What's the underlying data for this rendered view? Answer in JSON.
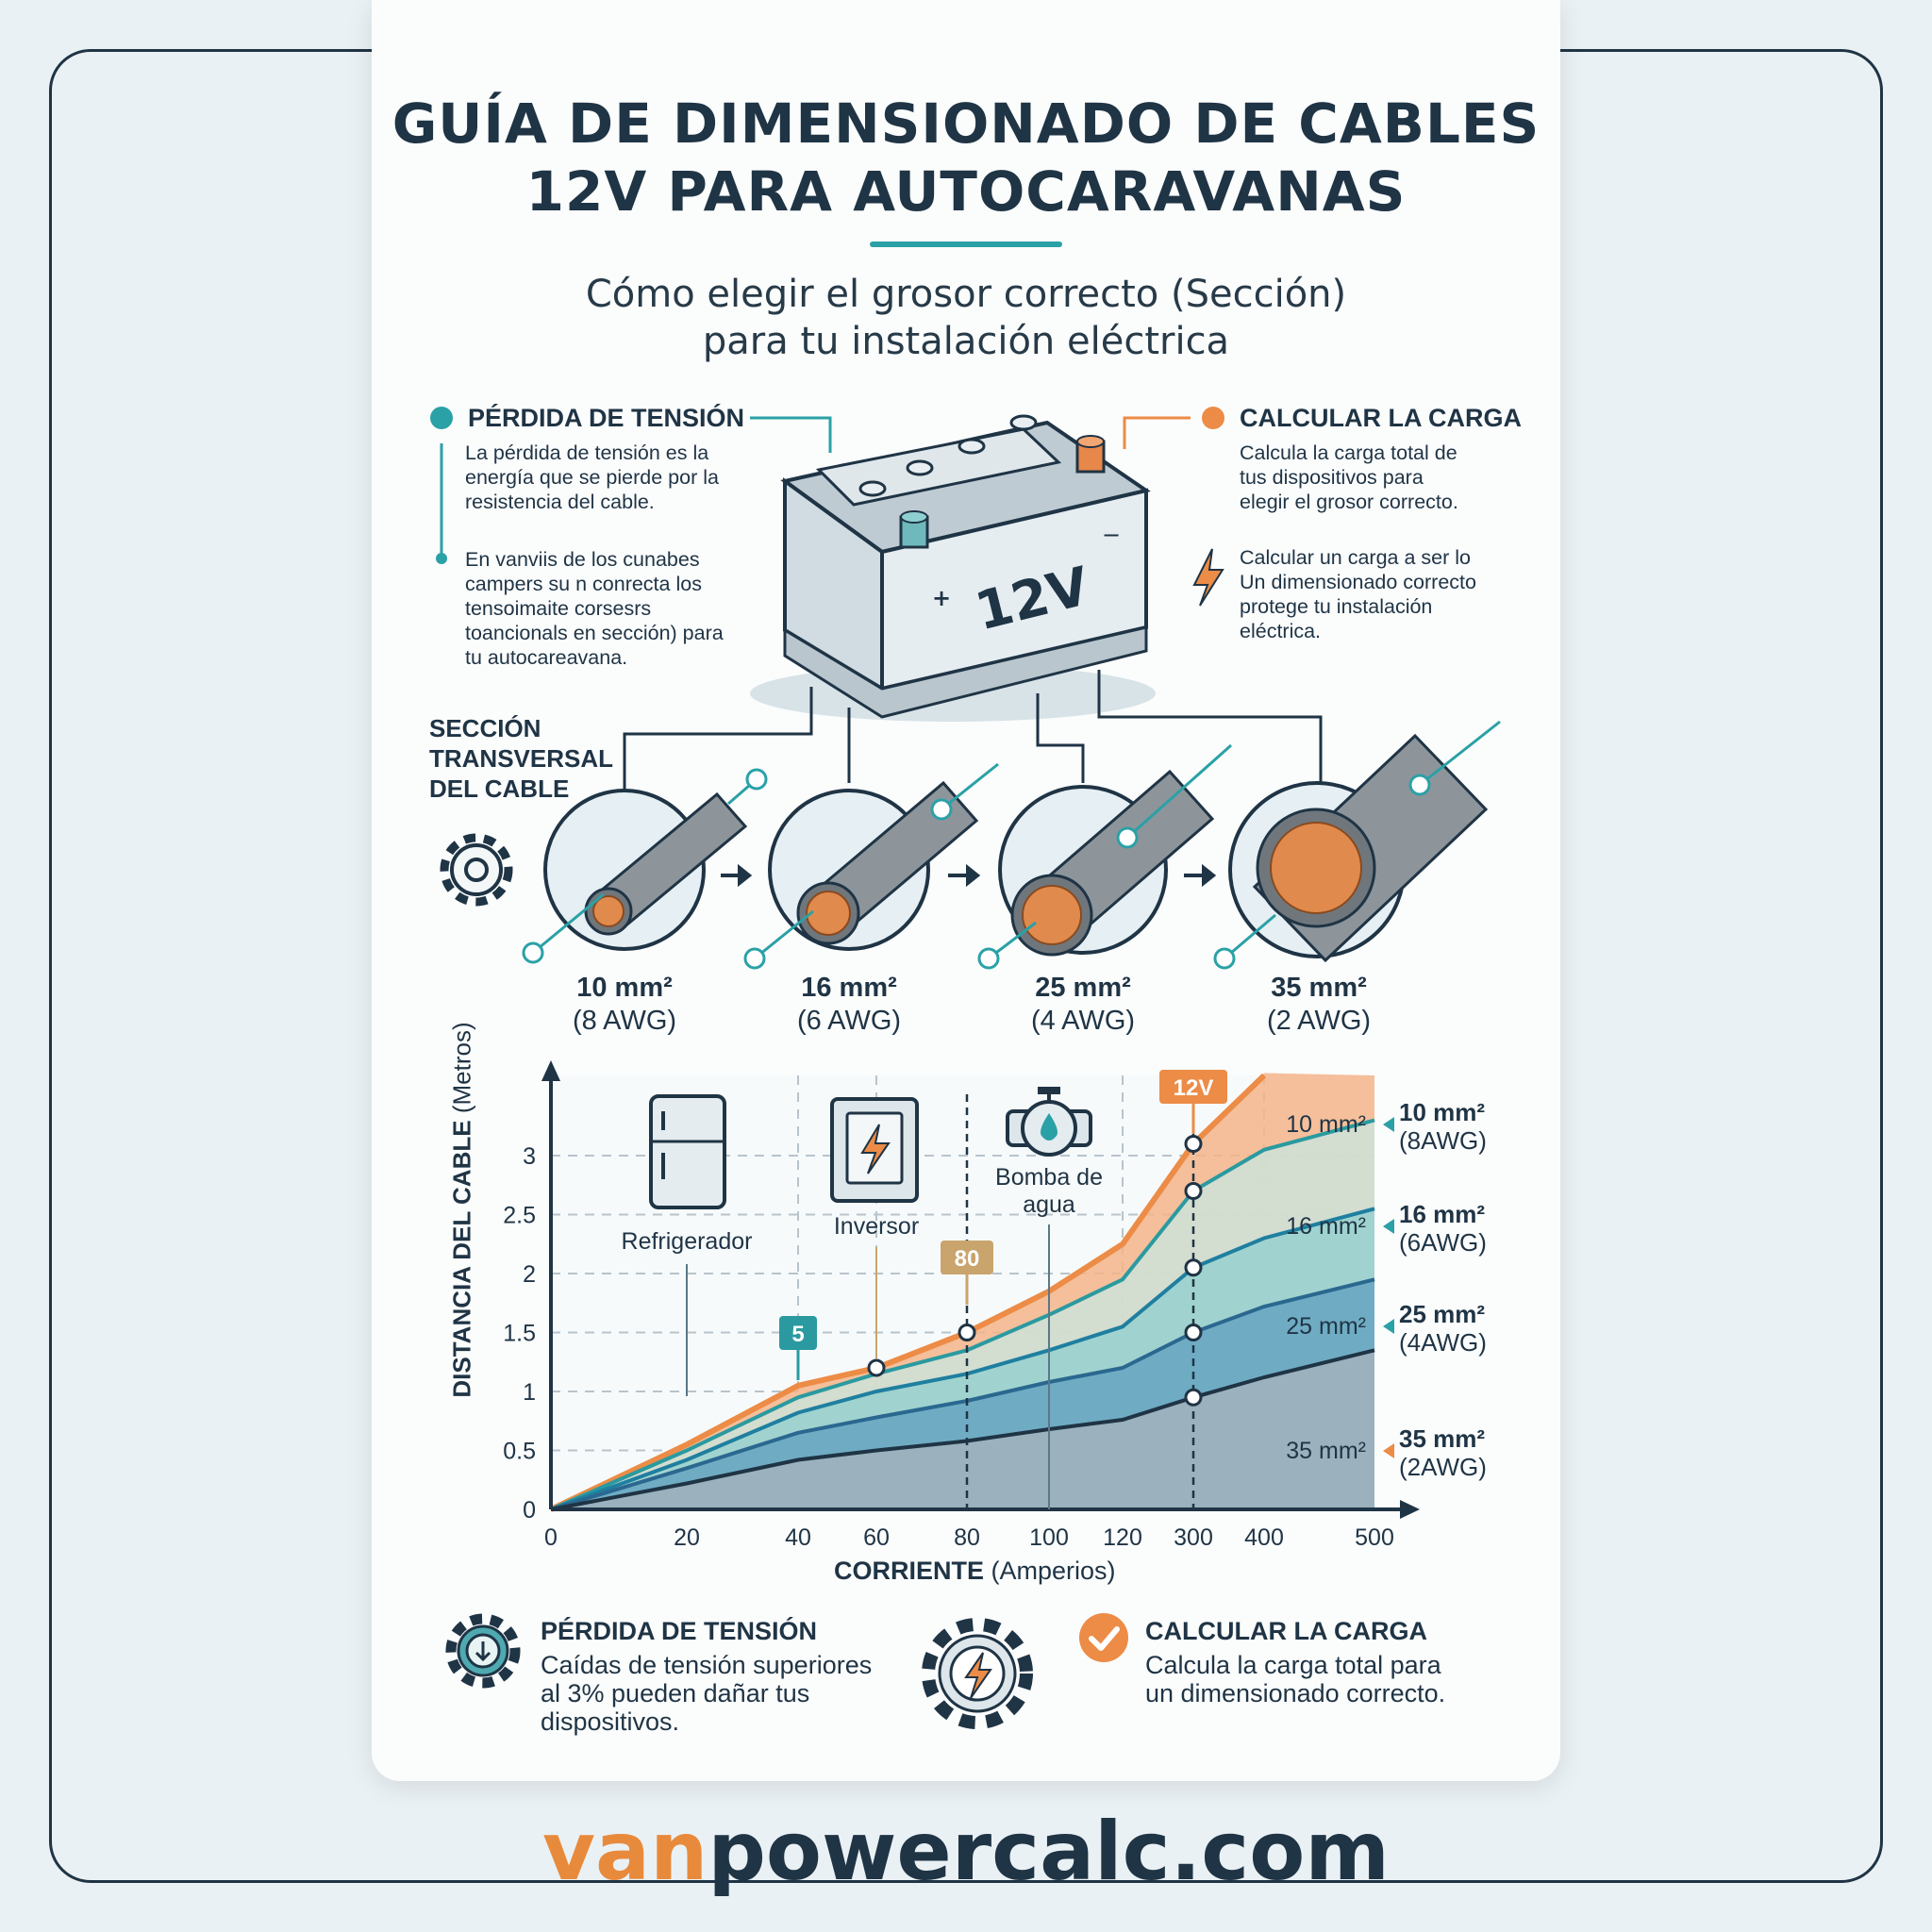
{
  "header": {
    "title_line1": "GUÍA DE DIMENSIONADO DE CABLES",
    "title_line2": "12V PARA AUTOCARAVANAS",
    "subtitle_line1": "Cómo elegir el grosor correcto (Sección)",
    "subtitle_line2": "para tu instalación eléctrica"
  },
  "left_callout": {
    "heading": "PÉRDIDA DE TENSIÓN",
    "text1": [
      "La pérdida de tensión es la",
      "energía que se pierde por la",
      "resistencia del cable."
    ],
    "text2": [
      "En vanviis de los cunabes",
      "campers su n conrecta los",
      "tensoimaite corsesrs",
      "toancionals en sección) para",
      "tu autocareavana."
    ]
  },
  "right_callout": {
    "heading": "CALCULAR LA CARGA",
    "text1": [
      "Calcula la carga total de",
      "tus dispositivos para",
      "elegir el grosor correcto."
    ],
    "text2": [
      "Calcular un carga a ser lo",
      "Un dimensionado correcto",
      "protege tu instalación",
      "eléctrica."
    ]
  },
  "battery": {
    "label": "12V",
    "plus": "+",
    "minus": "−"
  },
  "cross_section": {
    "label": [
      "SECCIÓN",
      "TRANSVERSAL",
      "DEL CABLE"
    ],
    "cables": [
      {
        "size": "10 mm²",
        "awg": "(8 AWG)"
      },
      {
        "size": "16 mm²",
        "awg": "(6 AWG)"
      },
      {
        "size": "25 mm²",
        "awg": "(4 AWG)"
      },
      {
        "size": "35 mm²",
        "awg": "(2 AWG)"
      }
    ]
  },
  "chart_data": {
    "type": "area",
    "ylabel": "DISTANCIA DEL CABLE",
    "ylabel_unit": "(Metros)",
    "xlabel": "CORRIENTE",
    "xlabel_unit": "(Amperios)",
    "x_ticks": [
      "0",
      "20",
      "40",
      "60",
      "80",
      "100",
      "120",
      "300",
      "400",
      "500"
    ],
    "y_ticks": [
      "0",
      "0.5",
      "1",
      "1.5",
      "2",
      "2.5",
      "3"
    ],
    "ylim": [
      0,
      3.7
    ],
    "series": [
      {
        "name": "12V",
        "color": "#ec8c46",
        "x": [
          0,
          20,
          40,
          60,
          80,
          100,
          120,
          300,
          400
        ],
        "y": [
          0,
          0.55,
          1.05,
          1.2,
          1.5,
          1.85,
          2.25,
          3.1,
          3.7
        ]
      },
      {
        "name": "10 mm²",
        "label": "10 mm²",
        "legend": [
          "10 mm²",
          "(8AWG)"
        ],
        "color": "#2a9aa0",
        "x": [
          0,
          20,
          40,
          60,
          80,
          100,
          120,
          300,
          400,
          500
        ],
        "y": [
          0,
          0.5,
          0.95,
          1.15,
          1.35,
          1.65,
          1.95,
          2.7,
          3.05,
          3.3
        ]
      },
      {
        "name": "16 mm²",
        "label": "16 mm²",
        "legend": [
          "16 mm²",
          "(6AWG)"
        ],
        "color": "#1f7fa0",
        "x": [
          0,
          20,
          40,
          60,
          80,
          100,
          120,
          300,
          400,
          500
        ],
        "y": [
          0,
          0.42,
          0.82,
          1.0,
          1.15,
          1.35,
          1.55,
          2.05,
          2.3,
          2.55
        ]
      },
      {
        "name": "25 mm²",
        "label": "25 mm²",
        "legend": [
          "25 mm²",
          "(4AWG)"
        ],
        "color": "#2b6890",
        "x": [
          0,
          20,
          40,
          60,
          80,
          100,
          120,
          300,
          400,
          500
        ],
        "y": [
          0,
          0.35,
          0.65,
          0.78,
          0.92,
          1.08,
          1.2,
          1.5,
          1.72,
          1.95
        ]
      },
      {
        "name": "35 mm²",
        "label": "35 mm²",
        "legend": [
          "35 mm²",
          "(2AWG)"
        ],
        "color": "#1f3445",
        "x": [
          0,
          20,
          40,
          60,
          80,
          100,
          120,
          300,
          400,
          500
        ],
        "y": [
          0,
          0.22,
          0.42,
          0.5,
          0.58,
          0.68,
          0.76,
          0.95,
          1.12,
          1.35
        ]
      }
    ],
    "markers": [
      {
        "label": "5",
        "x": 40,
        "color": "#2a9aa0"
      },
      {
        "label": "80",
        "x": 80,
        "color": "#c9a46c"
      },
      {
        "label": "12V",
        "x": 300,
        "color": "#ec8c46"
      }
    ],
    "devices": [
      {
        "name": "Refrigerador",
        "icon": "fridge-icon",
        "x": 60
      },
      {
        "name": "Inversor",
        "icon": "inverter-icon",
        "x": 80
      },
      {
        "name": "Bomba de agua",
        "icon": "water-pump-icon",
        "x": 100
      }
    ]
  },
  "bottom_tips": [
    {
      "title": "PÉRDIDA DE TENSIÓN",
      "lines": [
        "Caídas de tensión superiores",
        "al 3% pueden dañar tus",
        "dispositivos."
      ],
      "icon": "gear-download-icon"
    },
    {
      "title": "CALCULAR LA CARGA",
      "lines": [
        "Calcula la carga total para",
        "un dimensionado correcto."
      ],
      "icon": "check-icon"
    }
  ],
  "footer": {
    "domain_part1": "van",
    "domain_part2": "powercalc.com",
    "color_accent": "#e88a3c",
    "color_dark": "#1f3445"
  }
}
